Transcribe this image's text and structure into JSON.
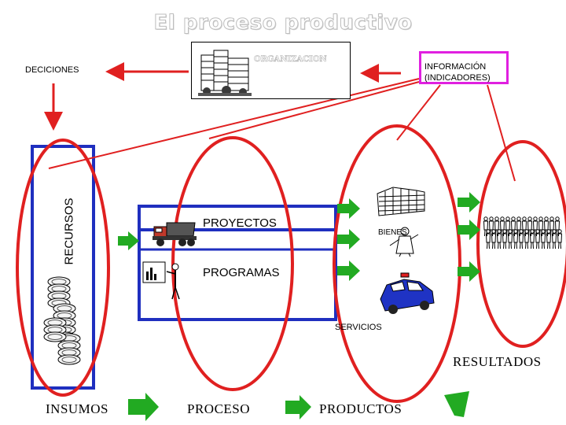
{
  "title": "El proceso productivo",
  "labels": {
    "decisiones": "DECICIONES",
    "organizacion": "ORGANIZACION",
    "informacion_line1": "INFORMACIÓN",
    "informacion_line2": "(INDICADORES)",
    "recursos": "RECURSOS",
    "proyectos": "PROYECTOS",
    "programas": "PROGRAMAS",
    "bienes": "BIENES",
    "servicios": "SERVICIOS",
    "resultados": "RESULTADOS",
    "insumos": "INSUMOS",
    "proceso": "PROCESO",
    "productos": "PRODUCTOS"
  },
  "colors": {
    "ellipse": "#e02020",
    "frame_blue": "#1f2fbf",
    "arrow_green": "#22aa22",
    "arrow_red": "#e02020",
    "info_border": "#e020e0"
  },
  "icons": [
    "office-building-icon",
    "dump-truck-icon",
    "presenter-chart-icon",
    "building-icon",
    "scientist-icon",
    "police-car-icon",
    "crowd-icon",
    "coin-stack-icon"
  ]
}
